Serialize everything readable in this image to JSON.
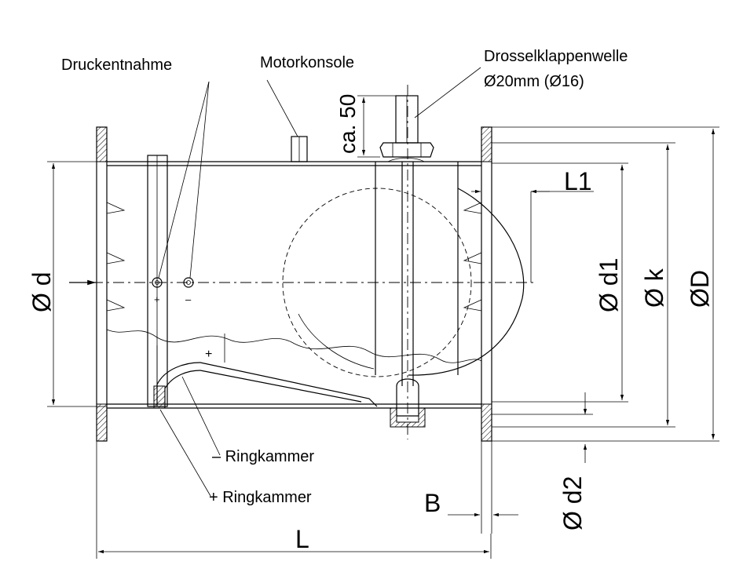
{
  "labels": {
    "pressure_tap": "Druckentnahme",
    "motor_bracket": "Motorkonsole",
    "shaft_line1": "Drosselklappenwelle",
    "shaft_line2": "Ø20mm (Ø16)",
    "minus_chamber": "– Ringkammer",
    "plus_chamber": "+ Ringkammer"
  },
  "dimensions": {
    "ca50": "ca. 50",
    "L1": "L1",
    "d": "Ø d",
    "d1": "Ø d1",
    "k": "Ø k",
    "D": "ØD",
    "d2": "Ø d2",
    "B": "B",
    "L": "L"
  },
  "symbols": {
    "plus": "+",
    "minus": "–"
  },
  "colors": {
    "line": "#000000",
    "background": "#ffffff"
  }
}
